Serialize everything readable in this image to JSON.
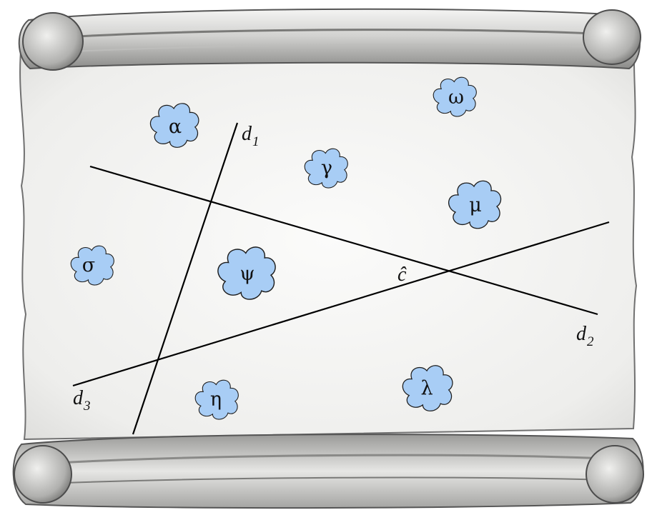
{
  "regions": [
    {
      "id": "alpha",
      "symbol": "α"
    },
    {
      "id": "omega",
      "symbol": "ω"
    },
    {
      "id": "gamma",
      "symbol": "γ"
    },
    {
      "id": "mu",
      "symbol": "μ"
    },
    {
      "id": "sigma",
      "symbol": "σ"
    },
    {
      "id": "psi",
      "symbol": "ψ"
    },
    {
      "id": "eta",
      "symbol": "η"
    },
    {
      "id": "lambda",
      "symbol": "λ"
    }
  ],
  "lines": [
    {
      "id": "d1",
      "letter": "d",
      "subscript": "1"
    },
    {
      "id": "d2",
      "letter": "d",
      "subscript": "2"
    },
    {
      "id": "d3",
      "letter": "d",
      "subscript": "3"
    }
  ],
  "point": {
    "label": "ĉ"
  },
  "colors": {
    "cloud_fill": "#a8cdf5",
    "cloud_stroke": "#1c1c1c",
    "line": "#000000",
    "parchment": "#eeeeec",
    "parchment_edge": "#6a6a6a"
  }
}
